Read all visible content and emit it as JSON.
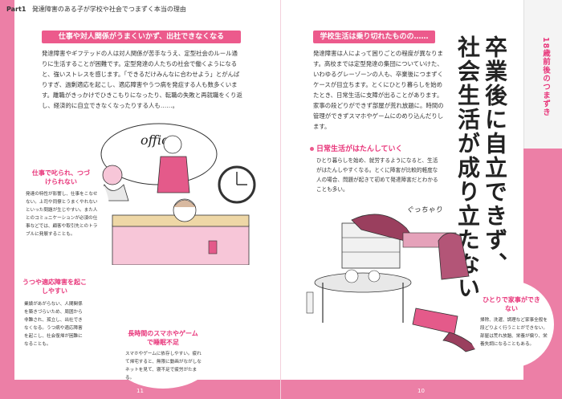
{
  "header": {
    "part": "Part1",
    "title": "発達障害のある子が学校や社会でつまずく本当の理由"
  },
  "left": {
    "heading": "仕事や対人関係がうまくいかず、出社できなくなる",
    "body": "発達障害やギフテッドの人は対人関係が苦手なうえ、定型社会のルール通りに生活することが困難です。定型発達の人たちの社会で働くようになると、強いストレスを感じます。「できるだけみんなに合わせよう」とがんばりすぎ、過剰適応を起こし、適応障害やうつ病を発症する人も数多くいます。離職がきっかけでひきこもりになったり、転職の失敗と再就職をくり返し、経済的に自立できなくなったりする人も……。",
    "illust_office": "office",
    "bubble1": {
      "title": "仕事で叱られ、つづけられない",
      "text": "発達の特性が影響し、仕事をこなせない。上司や同僚とうまくやれないといった問題が生じやすい。また人とのコミュニケーションが必須の仕事などでは、顧客や取引先とのトラブルに発展することも。"
    },
    "bubble2": {
      "title": "うつや適応障害を起こしやすい",
      "text": "業績があがらない、人間関係を築きづらいため、周囲から非難され、孤立し、出社できなくなる。うつ病や適応障害を起こし、社会復帰が困難になることも。"
    },
    "bubble3": {
      "title": "長時間のスマホやゲームで睡眠不足",
      "text": "スマホやゲームに依存しやすい。疲れて帰宅すると、無限に動画がながしなネットを見て、寝不足で疲労がたまる。"
    },
    "page_num": "11"
  },
  "right": {
    "heading": "学校生活は乗り切れたものの……",
    "body": "発達障害は人によって困りごとの程度が異なります。高校までは定型発達の集団についていけた、いわゆるグレーゾーンの人も、卒業後につまずくケースが目立ちます。とくにひとり暮らしを始めたとき、日常生活に支障が出ることがあります。家事の段どりができず部屋が荒れ放題に。時間の管理ができずスマホやゲームにのめり込んだりします。",
    "big_title_1": "卒業後に自立できず、",
    "big_title_2": "社会生活が成り立たない",
    "sub_heading": "日常生活がはたんしていく",
    "sub_text": "ひとり暮らしを始め、就労するようになると、生活がはたんしやすくなる。とくに障害が比較的軽度な人の場合、問題が起きて初めて発達障害だとわかることも多い。",
    "bubble4": {
      "title": "ひとりで家事ができない",
      "text": "掃除、洗濯、調理など家事全般を段どりよく行うことができない。部屋は荒れ放題、栄養が偏り、栄養失調になることもある。"
    },
    "side_tab": "18歳前後のつまずき",
    "page_num": "10"
  }
}
